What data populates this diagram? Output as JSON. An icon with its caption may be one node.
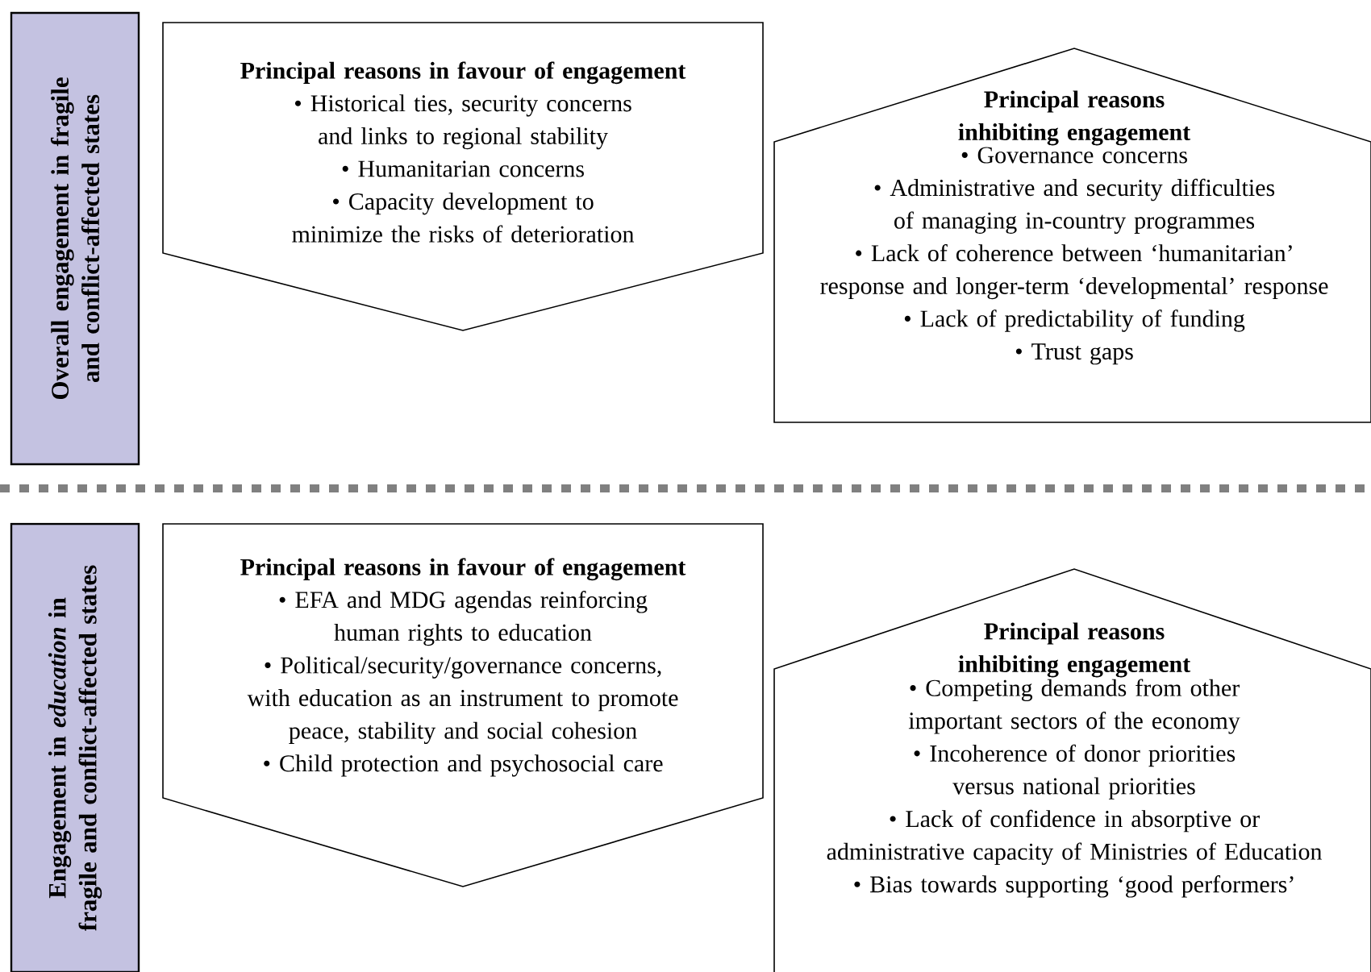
{
  "diagram": {
    "nodes": [
      {
        "text": [
          "Overall engagement in fragile and conflict-affected states"
        ]
      },
      {
        "text": [
          "Principal reasons in favour of engagement",
          "• Historical ties, security concerns and links to regional stability",
          "• Humanitarian concerns",
          "• Capacity development to minimize the risks of deterioration"
        ]
      },
      {
        "text": [
          "Principal reasons inhibiting engagement",
          "• Governance concerns",
          "• Administrative and security difficulties of managing in-country programmes",
          "• Lack of coherence between ‘humanitarian’ response and longer-term ‘developmental’ response",
          "• Lack of predictability of funding",
          "• Trust gaps"
        ]
      },
      {
        "text": [
          "Engagement in *education* in fragile and conflict-affected states"
        ]
      },
      {
        "text": [
          "Principal reasons in favour of engagement",
          "• EFA and MDG agendas reinforcing human rights to education",
          "• Political/security/governance concerns, with education as an instrument to promote peace, stability and social cohesion",
          "• Child protection and psychosocial care"
        ]
      },
      {
        "text": [
          "Principal reasons inhibiting engagement",
          "• Competing demands from other important sectors of the economy",
          "• Incoherence of donor priorities versus national priorities",
          "• Lack of confidence in absorptive or administrative capacity of Ministries of Education",
          "• Bias towards supporting ‘good performers’"
        ]
      }
    ]
  }
}
